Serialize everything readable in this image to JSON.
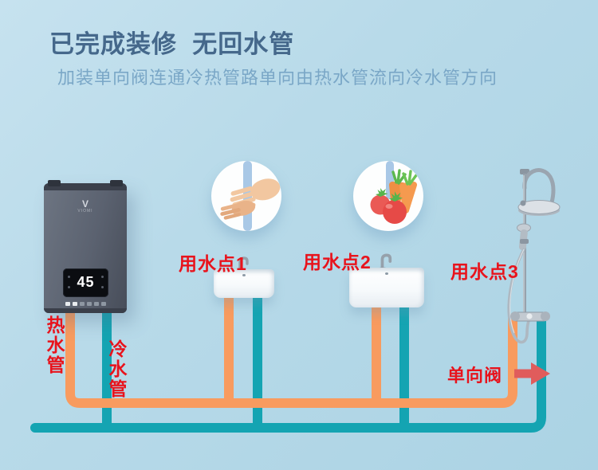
{
  "header": {
    "title": "已完成装修  无回水管",
    "subtitle": "加装单向阀连通冷热管路单向由热水管流向冷水管方向"
  },
  "heater": {
    "brand_mark": "V",
    "brand_name": "VIOMI",
    "display_temp": "45"
  },
  "labels": {
    "hot_pipe": "热水管",
    "cold_pipe": "冷水管",
    "check_valve": "单向阀",
    "point1": "用水点1",
    "point2": "用水点2",
    "point3": "用水点3"
  },
  "icons": {
    "bubble1": "handwash-icon",
    "bubble2": "vegetable-wash-icon",
    "valve": "arrow-right-icon",
    "fixture1": "sink-faucet-icon",
    "fixture2": "sink-faucet-icon",
    "fixture3": "shower-icon"
  },
  "colors": {
    "background_top": "#c6e2ef",
    "background_bottom": "#abd3e4",
    "hot_pipe": "#f89b5f",
    "cold_pipe": "#14a4b2",
    "label_red": "#e8131c",
    "valve_arrow": "#e05c5c",
    "title_text": "#45688b",
    "subtitle_text": "#7aa7c7",
    "heater_body": "#5b6270",
    "water_stream": "#a9c8e6"
  }
}
